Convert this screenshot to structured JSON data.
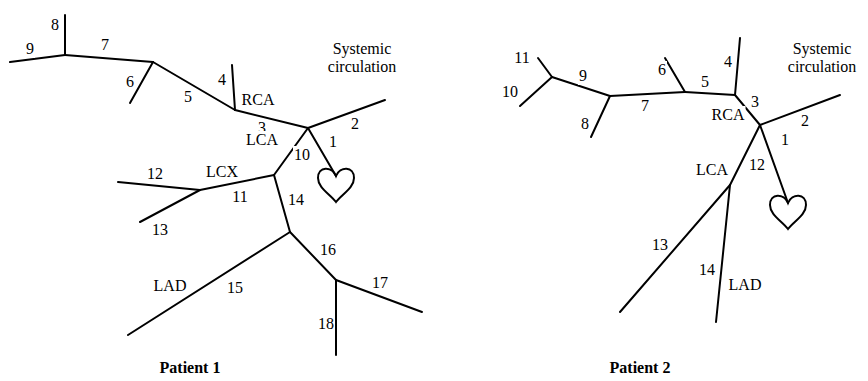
{
  "diagram": {
    "labels": [
      "Systemic circulation",
      "2",
      "1",
      "RCA",
      "3",
      "4",
      "5",
      "6",
      "7",
      "8",
      "9",
      "LCA",
      "10",
      "LCX",
      "11",
      "12",
      "13",
      "14",
      "LAD",
      "15",
      "16",
      "17",
      "18",
      "Patient 1",
      "Systemic circulation",
      "2",
      "1",
      "3",
      "RCA",
      "4",
      "5",
      "6",
      "7",
      "8",
      "9",
      "11",
      "10",
      "LCA",
      "12",
      "13",
      "14",
      "LAD",
      "Patient 2"
    ]
  }
}
